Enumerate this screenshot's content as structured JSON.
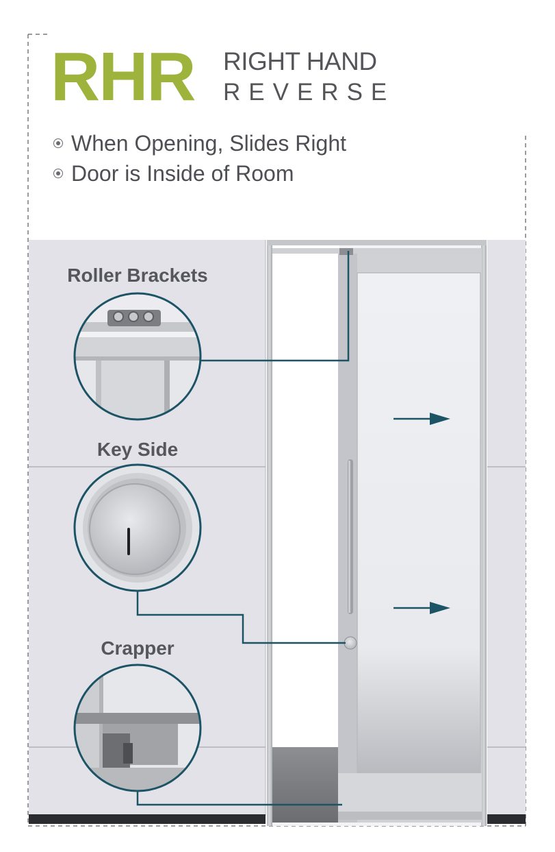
{
  "header": {
    "abbreviation": "RHR",
    "line1": "RIGHT HAND",
    "line2": "REVERSE"
  },
  "bullets": [
    "When Opening, Slides Right",
    "Door is Inside of Room"
  ],
  "callouts": {
    "roller_brackets": "Roller Brackets",
    "key_side": "Key Side",
    "crapper": "Crapper"
  },
  "colors": {
    "accent_green": "#9db33b",
    "callout_teal": "#1c5466",
    "text_gray": "#555559",
    "wall_gray": "#e2e2e8"
  },
  "icons": [
    "arrow-right-icon",
    "arrow-right-icon"
  ]
}
